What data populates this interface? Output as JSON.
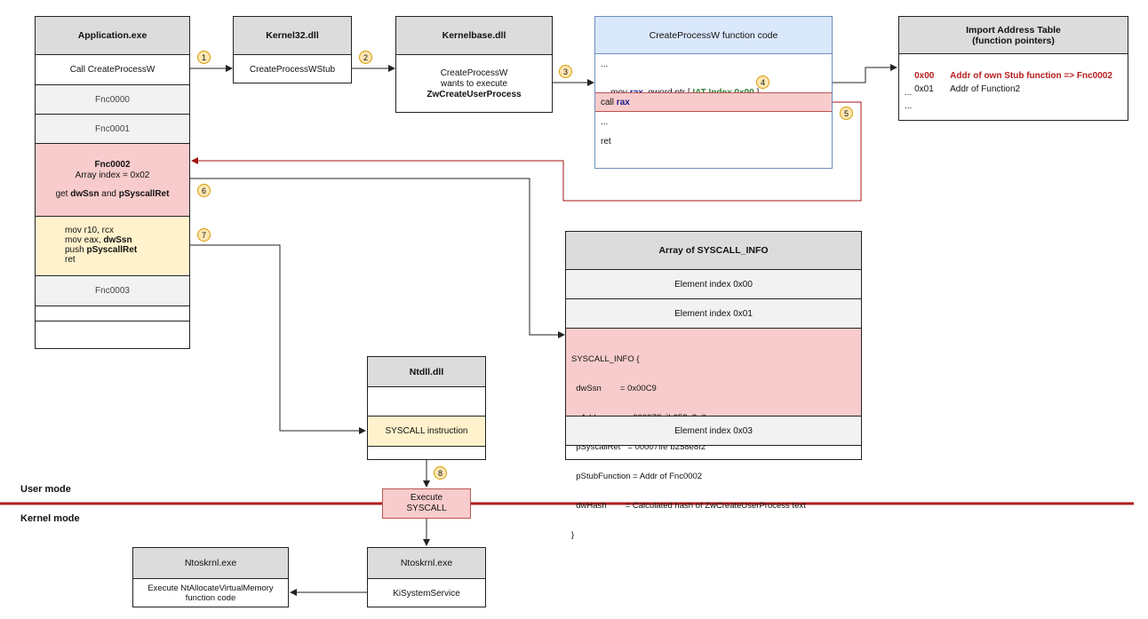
{
  "app": {
    "title": "Application.exe",
    "rows": [
      "Call CreateProcessW",
      "Fnc0000",
      "Fnc0001"
    ],
    "fnc0002": {
      "title": "Fnc0002",
      "line1": "Array index = 0x02",
      "get_prefix": "get ",
      "dwssn": "dwSsn",
      "and": " and ",
      "psyscallret": "pSyscallRet"
    },
    "asm": {
      "l1": "mov r10, rcx",
      "l2_prefix": "mov eax, ",
      "l2_bold": "dwSsn",
      "l3_prefix": "push ",
      "l3_bold": "pSyscallRet",
      "l4": "ret"
    },
    "fnc0003": "Fnc0003"
  },
  "kernel32": {
    "title": "Kernel32.dll",
    "row": "CreateProcessWStub"
  },
  "kernelbase": {
    "title": "Kernelbase.dll",
    "line1": "CreateProcessW",
    "line2": "wants to execute",
    "line3": "ZwCreateUserProcess"
  },
  "createprocess": {
    "title": "CreateProcessW function code",
    "dots1": "...",
    "mov_prefix": "mov ",
    "rax": "rax",
    "mov_mid": ", qword ptr [ ",
    "iat": "IAT Index 0x00",
    "mov_end": " ]",
    "call_prefix": "call ",
    "call_rax": "rax",
    "dots2": "...",
    "ret": "ret"
  },
  "iat": {
    "title1": "Import Address Table",
    "title2": "(function pointers)",
    "rows": [
      {
        "idx": "0x00",
        "text": "Addr of own Stub function => Fnc0002"
      },
      {
        "idx": "0x01",
        "text": "Addr of Function2"
      },
      {
        "idx": "...",
        "text": ""
      },
      {
        "idx": "...",
        "text": ""
      }
    ]
  },
  "syscall_array": {
    "title": "Array of SYSCALL_INFO",
    "el0": "Element index 0x00",
    "el1": "Element index 0x01",
    "info": [
      "SYSCALL_INFO {",
      "  dwSsn        = 0x00C9",
      "  pAddress      = 00007ffe`b258e8e0",
      "  pSyscallRet   = 00007ffe`b258e8f2",
      "  pStubFunction = Addr of Fnc0002",
      "  dwHash        = Calculated hash of ZwCreateUserProcess text",
      "}"
    ],
    "el3": "Element index 0x03"
  },
  "ntdll": {
    "title": "Ntdll.dll",
    "syscall": "SYSCALL instruction"
  },
  "execute": {
    "line1": "Execute",
    "line2": "SYSCALL"
  },
  "modes": {
    "user": "User mode",
    "kernel": "Kernel mode"
  },
  "ntoskrnl_main": {
    "title": "Ntoskrnl.exe",
    "row": "KiSystemService"
  },
  "ntoskrnl_left": {
    "title": "Ntoskrnl.exe",
    "line1": "Execute NtAllocateVirtualMemory",
    "line2": "function code"
  },
  "steps": [
    "1",
    "2",
    "3",
    "4",
    "5",
    "6",
    "7",
    "8"
  ],
  "colors": {
    "arrow": "#222222",
    "red_arrow": "#a31515",
    "mode_line": "#b01e1e"
  }
}
